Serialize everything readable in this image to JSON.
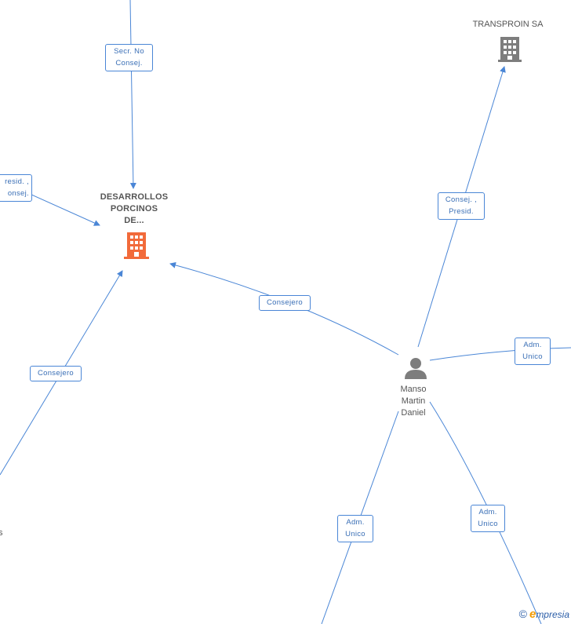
{
  "colors": {
    "edge": "#4a86d6",
    "company_main": "#f26a3a",
    "company_other": "#7d7d7d",
    "person": "#7d7d7d"
  },
  "nodes": {
    "main_company": {
      "label": "DESARROLLOS\nPORCINOS\nDE...",
      "icon": "building-icon"
    },
    "transproin": {
      "label": "TRANSPROIN SA",
      "icon": "building-icon"
    },
    "person": {
      "label": "Manso\nMartin\nDaniel",
      "icon": "person-icon"
    },
    "left_partial": {
      "label": "s"
    }
  },
  "edges": {
    "top_secr": "Secr.  No\nConsej.",
    "left_presid": "resid. ,\nonsej.",
    "consejero_person": "Consejero",
    "consejero_left": "Consejero",
    "consej_presid": "Consej. ,\nPresid.",
    "adm_right": "Adm.\nUnico",
    "adm_bottom_left": "Adm.\nUnico",
    "adm_bottom_right": "Adm.\nUnico"
  },
  "watermark": {
    "copyright": "©",
    "e": "e",
    "brand": "mpresia"
  }
}
